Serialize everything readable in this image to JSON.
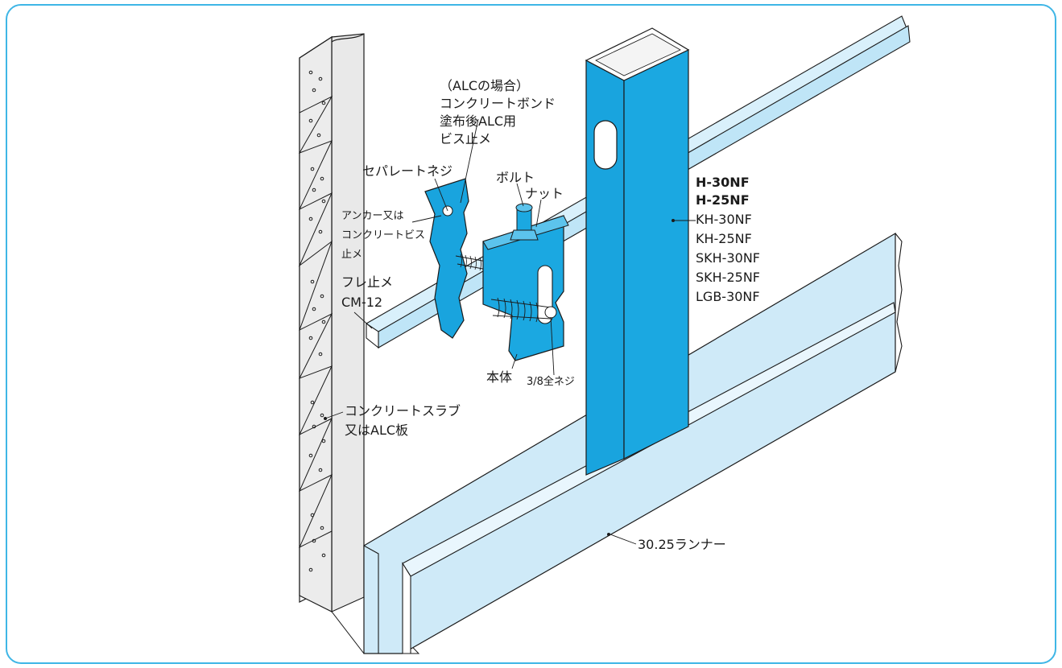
{
  "colors": {
    "frame_border": "#3fb6e6",
    "stud_blue": "#1aa6e0",
    "rail_light": "#c9e9f8",
    "runner_light": "#c7e6f6",
    "slab_gray": "#e6e6e6",
    "clip_blue": "#1aa6e0",
    "line": "#1a1a1a"
  },
  "labels": {
    "alc_case": [
      "（ALCの場合）",
      "コンクリートボンド",
      "塗布後ALC用",
      "ビス止メ"
    ],
    "separate_screw": "セパレートネジ",
    "bolt": "ボルト",
    "nut": "ナット",
    "anchor": [
      "アンカー又は",
      "コンクリートビス",
      "止メ"
    ],
    "fure_stop": [
      "フレ止メ",
      "CM-12"
    ],
    "body": "本体",
    "full_screw": "3/8全ネジ",
    "slab": [
      "コンクリートスラブ",
      "又はALC板"
    ],
    "runner": "30.25ランナー",
    "models_bold": [
      "H-30NF",
      "H-25NF"
    ],
    "models": [
      "KH-30NF",
      "KH-25NF",
      "SKH-30NF",
      "SKH-25NF",
      "LGB-30NF"
    ]
  }
}
